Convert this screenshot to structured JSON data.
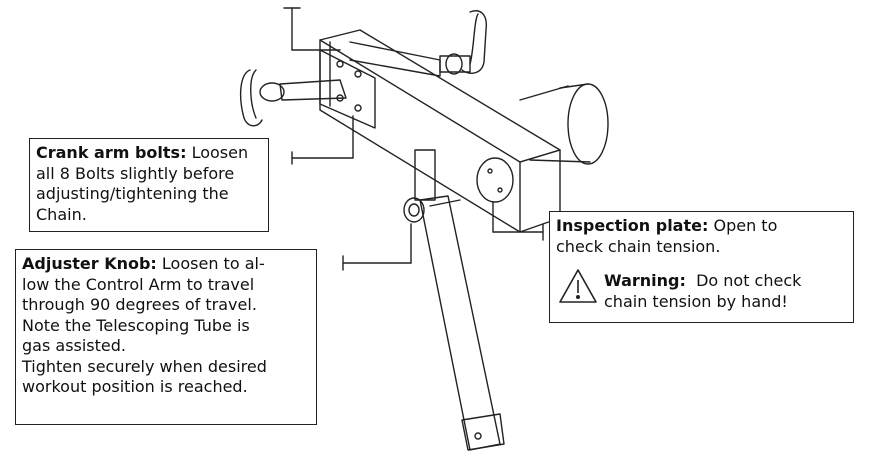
{
  "callouts": {
    "crank": {
      "title": "Crank arm bolts:",
      "lines": [
        "Loosen",
        "all 8 Bolts slightly before",
        "adjusting/tightening the",
        "Chain."
      ]
    },
    "adjuster": {
      "title": "Adjuster Knob:",
      "lines": [
        "Loosen to al-",
        "low the Control Arm to travel",
        "through 90 degrees of travel.",
        "Note the Telescoping Tube is",
        "gas assisted.",
        "Tighten securely when desired",
        "workout position is reached."
      ]
    },
    "inspection": {
      "title": "Inspection plate:",
      "lines": [
        "Open to",
        "check chain tension."
      ],
      "warning_title": "Warning:",
      "warning_lines": [
        "Do not check",
        "chain tension by hand!"
      ]
    }
  },
  "icons": {
    "warning": "warning-triangle-icon"
  }
}
